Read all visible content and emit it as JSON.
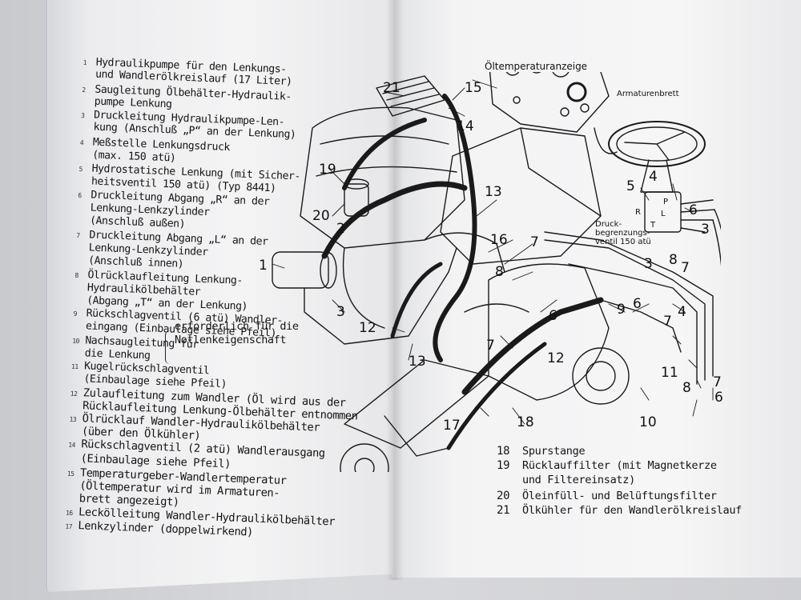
{
  "legend_left": [
    {
      "num": "1",
      "text": "Hydraulikpumpe für den Lenkungs-"
    },
    {
      "num": "",
      "text": "und Wandlerölkreislauf (17 Liter)"
    },
    {
      "num": "2",
      "text": "Saugleitung Ölbehälter-Hydraulik-"
    },
    {
      "num": "",
      "text": "pumpe Lenkung"
    },
    {
      "num": "3",
      "text": "Druckleitung Hydraulikpumpe-Len-"
    },
    {
      "num": "",
      "text": "kung (Anschluß „P“ an der Lenkung)"
    },
    {
      "num": "4",
      "text": "Meßstelle Lenkungsdruck"
    },
    {
      "num": "",
      "text": "(max. 150 atü)"
    },
    {
      "num": "5",
      "text": "Hydrostatische Lenkung (mit Sicher-"
    },
    {
      "num": "",
      "text": "heitsventil 150 atü) (Typ 8441)"
    },
    {
      "num": "6",
      "text": "Druckleitung Abgang „R“ an der"
    },
    {
      "num": "",
      "text": "Lenkung-Lenkzylinder"
    },
    {
      "num": "",
      "text": "(Anschluß außen)"
    },
    {
      "num": "7",
      "text": "Druckleitung Abgang „L“ an der"
    },
    {
      "num": "",
      "text": "Lenkung-Lenkzylinder"
    },
    {
      "num": "",
      "text": "(Anschluß innen)"
    },
    {
      "num": "8",
      "text": "Ölrücklaufleitung Lenkung-"
    },
    {
      "num": "",
      "text": "Hydraulikölbehälter"
    },
    {
      "num": "",
      "text": "(Abgang „T“ an der Lenkung)"
    },
    {
      "num": "9",
      "text": "Rückschlagventil (6 atü) Wandler-"
    },
    {
      "num": "",
      "text": "eingang (Einbaulage siehe Pfeil)"
    },
    {
      "num": "10",
      "text": "Nachsaugleitung für"
    },
    {
      "num": "",
      "text": "die Lenkung"
    },
    {
      "num": "11",
      "text": "Kugelrückschlagventil"
    },
    {
      "num": "",
      "text": "(Einbaulage siehe Pfeil)"
    },
    {
      "num": "12",
      "text": "Zulaufleitung zum Wandler (Öl wird aus der"
    },
    {
      "num": "",
      "text": "Rücklaufleitung Lenkung-Ölbehälter entnommen"
    },
    {
      "num": "13",
      "text": "Ölrücklauf Wandler-Hydraulikölbehälter"
    },
    {
      "num": "",
      "text": "(über den Ölkühler)"
    },
    {
      "num": "14",
      "text": "Rückschlagventil (2 atü) Wandlerausgang"
    },
    {
      "num": "",
      "text": "(Einbaulage siehe Pfeil)"
    },
    {
      "num": "15",
      "text": "Temperaturgeber-Wandlertemperatur"
    },
    {
      "num": "",
      "text": "(Öltemperatur wird im Armaturen-"
    },
    {
      "num": "",
      "text": "brett angezeigt)"
    },
    {
      "num": "16",
      "text": "Leckölleitung Wandler-Hydraulikölbehälter"
    },
    {
      "num": "17",
      "text": "Lenkzylinder (doppelwirkend)"
    }
  ],
  "brace_note": [
    "erforderlich für die",
    "Notlenkeigenschaft"
  ],
  "legend_right": [
    {
      "num": "18",
      "text": "Spurstange"
    },
    {
      "num": "19",
      "text": "Rücklauffilter (mit Magnetkerze"
    },
    {
      "num": "",
      "text": "und Filtereinsatz)"
    },
    {
      "num": "20",
      "text": "Öleinfüll- und Belüftungsfilter"
    },
    {
      "num": "21",
      "text": "Ölkühler für den Wandlerölkreislauf"
    }
  ],
  "diagram_text": {
    "oiltemp": "Öltemperaturanzeige",
    "dashboard": "Armaturenbrett",
    "valve": [
      "Druck-",
      "begrenzungs-",
      "ventil 150 atü"
    ],
    "ports": [
      "P",
      "R",
      "L",
      "T"
    ]
  },
  "callouts": [
    {
      "id": "c21",
      "text": "21"
    },
    {
      "id": "c15",
      "text": "15"
    },
    {
      "id": "c14",
      "text": "14"
    },
    {
      "id": "c19",
      "text": "19"
    },
    {
      "id": "c20",
      "text": "20"
    },
    {
      "id": "c2",
      "text": "2"
    },
    {
      "id": "c1",
      "text": "1"
    },
    {
      "id": "c3a",
      "text": "3"
    },
    {
      "id": "c12a",
      "text": "12"
    },
    {
      "id": "c13a",
      "text": "13"
    },
    {
      "id": "c13b",
      "text": "13"
    },
    {
      "id": "c16",
      "text": "16"
    },
    {
      "id": "c7a",
      "text": "7"
    },
    {
      "id": "c8a",
      "text": "8"
    },
    {
      "id": "c7b",
      "text": "7"
    },
    {
      "id": "c12b",
      "text": "12"
    },
    {
      "id": "c17",
      "text": "17"
    },
    {
      "id": "c18",
      "text": "18"
    },
    {
      "id": "c10",
      "text": "10"
    },
    {
      "id": "c9",
      "text": "9"
    },
    {
      "id": "c6a",
      "text": "6"
    },
    {
      "id": "c6b",
      "text": "6"
    },
    {
      "id": "c3b",
      "text": "3"
    },
    {
      "id": "c7c",
      "text": "7"
    },
    {
      "id": "c4a",
      "text": "4"
    },
    {
      "id": "c11",
      "text": "11"
    },
    {
      "id": "c8b",
      "text": "8"
    },
    {
      "id": "c6c",
      "text": "6"
    },
    {
      "id": "c7d",
      "text": "7"
    },
    {
      "id": "c5",
      "text": "5"
    },
    {
      "id": "c4b",
      "text": "4"
    },
    {
      "id": "c6d",
      "text": "6"
    },
    {
      "id": "c3c",
      "text": "3"
    },
    {
      "id": "c8c",
      "text": "8"
    },
    {
      "id": "c7e",
      "text": "7"
    }
  ]
}
